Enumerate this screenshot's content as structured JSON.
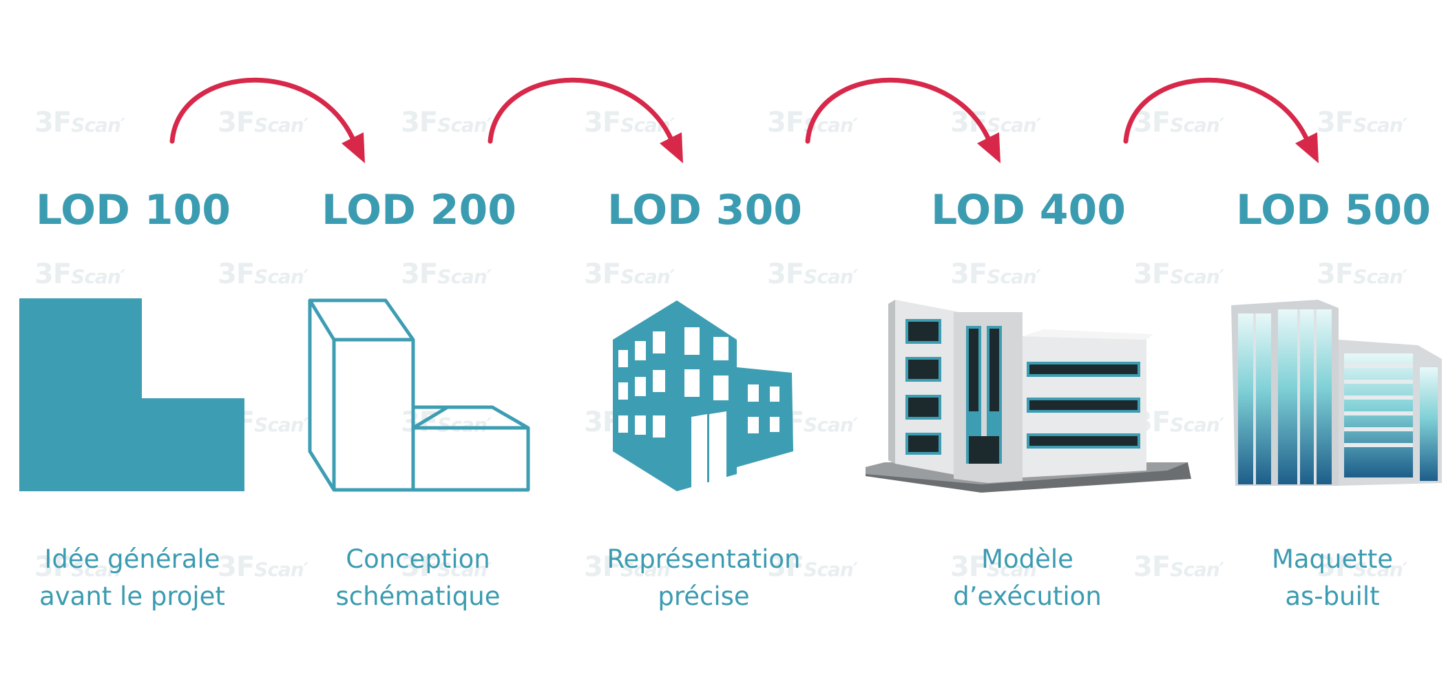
{
  "watermark_text": "3FScan",
  "colors": {
    "accent": "#3b9bb0",
    "arrow": "#d7284a"
  },
  "stages": [
    {
      "title": "LOD 100",
      "caption_line1": "Idée générale",
      "caption_line2": "avant le projet",
      "icon": "l-shape-mass-icon"
    },
    {
      "title": "LOD 200",
      "caption_line1": "Conception",
      "caption_line2": "schématique",
      "icon": "wireframe-box-icon"
    },
    {
      "title": "LOD 300",
      "caption_line1": "Représentation",
      "caption_line2": "précise",
      "icon": "building-silhouette-icon"
    },
    {
      "title": "LOD 400",
      "caption_line1": "Modèle",
      "caption_line2": "d’exécution",
      "icon": "office-building-3d-icon"
    },
    {
      "title": "LOD 500",
      "caption_line1": "Maquette",
      "caption_line2": "as-built",
      "icon": "glass-tower-3d-icon"
    }
  ]
}
